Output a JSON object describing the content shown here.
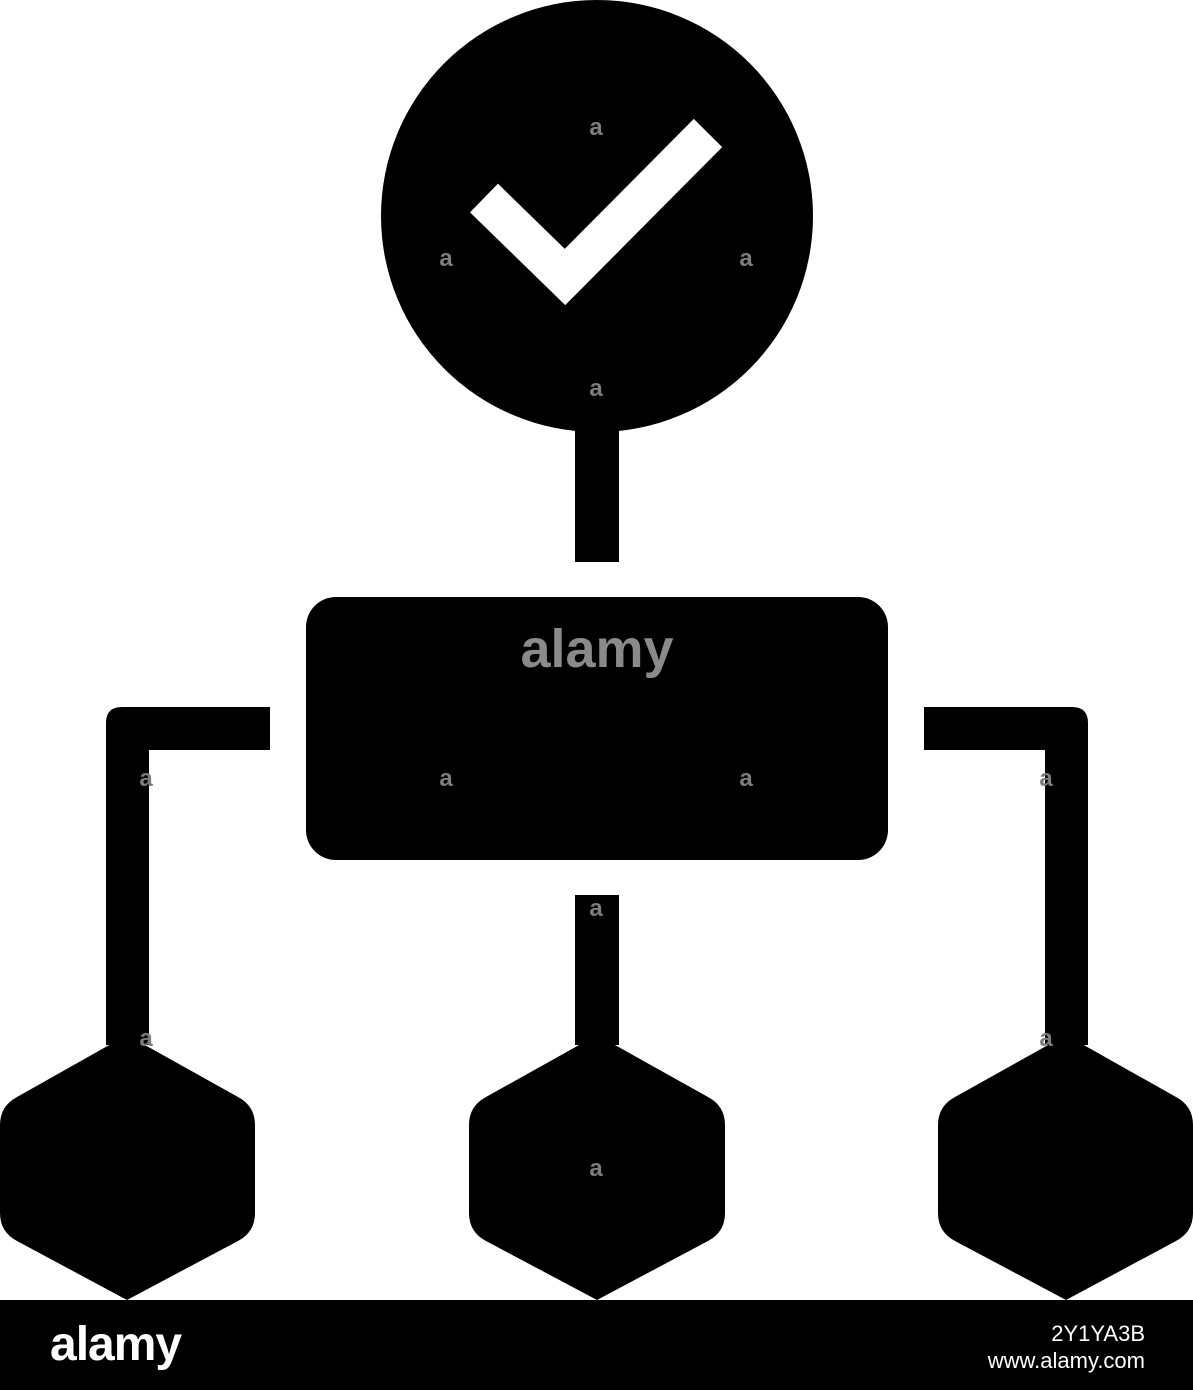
{
  "icon": {
    "name": "approved-workflow-hierarchy-icon",
    "fill_color": "#000000",
    "background_color": "#ffffff",
    "check_color": "#ffffff"
  },
  "watermark": {
    "text": "alamy",
    "small_mark": "a"
  },
  "footer": {
    "logo": "alamy",
    "image_id": "2Y1YA3B",
    "site": "www.alamy.com"
  }
}
